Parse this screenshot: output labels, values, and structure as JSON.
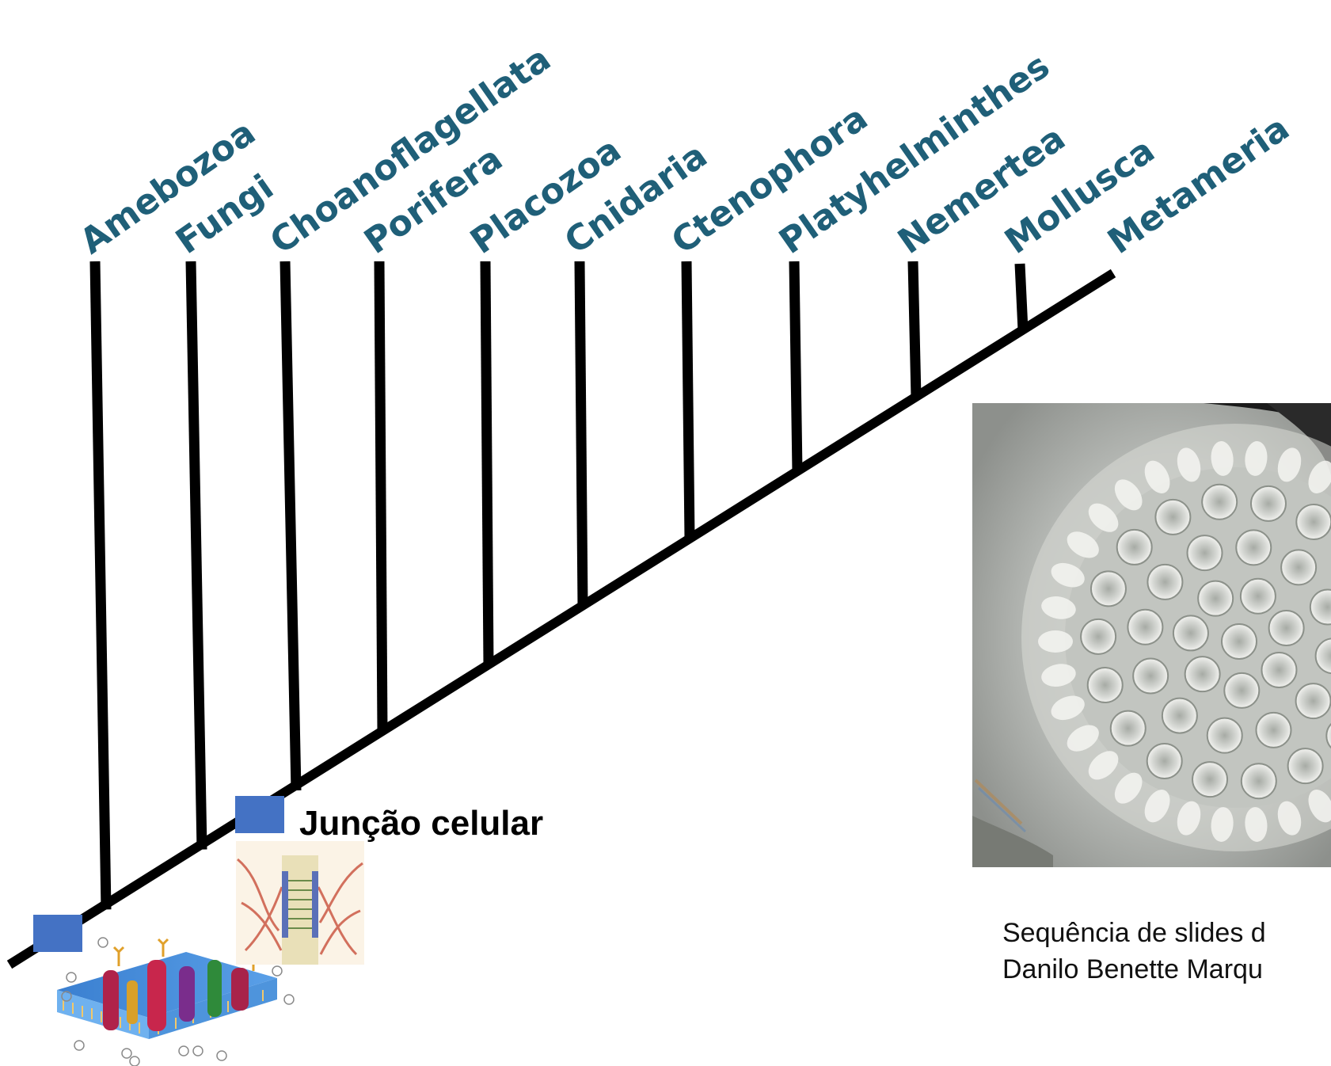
{
  "colors": {
    "label": "#1f5f78",
    "branch": "#000000",
    "marker": "#4472c4"
  },
  "cladogram": {
    "taxa": [
      "Amebozoa",
      "Fungi",
      "Choanoflagellata",
      "Porifera",
      "Placozoa",
      "Cnidaria",
      "Ctenophora",
      "Platyhelminthes",
      "Nemertea",
      "Mollusca",
      "Metameria"
    ],
    "characters": [
      {
        "label": ""
      },
      {
        "label": "Junção celular"
      }
    ]
  },
  "images": {
    "membrane": "cell-membrane-illustration",
    "junction": "cell-junction-illustration",
    "micrograph": "choanoflagellate-colony-micrograph"
  },
  "caption": {
    "line1": "Sequência de slides d",
    "line2": "Danilo Benette Marqu"
  }
}
